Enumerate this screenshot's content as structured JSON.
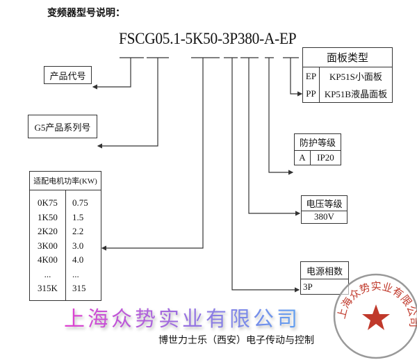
{
  "title": "变频器型号说明：",
  "model": "FSCG05.1-5K50-3P380-A-EP",
  "product_code": "产品代号",
  "series": "G5产品系列号",
  "power": {
    "header": "适配电机功率(KW)",
    "codes": [
      "0K75",
      "1K50",
      "2K20",
      "3K00",
      "4K00",
      "...",
      "315K"
    ],
    "values": [
      "0.75",
      "1.5",
      "2.2",
      "3.0",
      "4.0",
      "...",
      "315"
    ]
  },
  "panel": {
    "header": "面板类型",
    "rows": [
      {
        "code": "EP",
        "desc": "KP51S小面板"
      },
      {
        "code": "PP",
        "desc": "KP51B液晶面板"
      }
    ]
  },
  "protection": {
    "header": "防护等级",
    "code": "A",
    "value": "IP20"
  },
  "voltage": {
    "header": "电压等级",
    "value": "380V"
  },
  "supply": {
    "header": "电源相数",
    "value": "3P"
  },
  "watermark": "上海众势实业有限公司",
  "stamp_text": "上海众势实业有限公司",
  "footer": "博世力士乐（西安）电子传动与控制",
  "colors": {
    "stamp": "#c0392b"
  }
}
